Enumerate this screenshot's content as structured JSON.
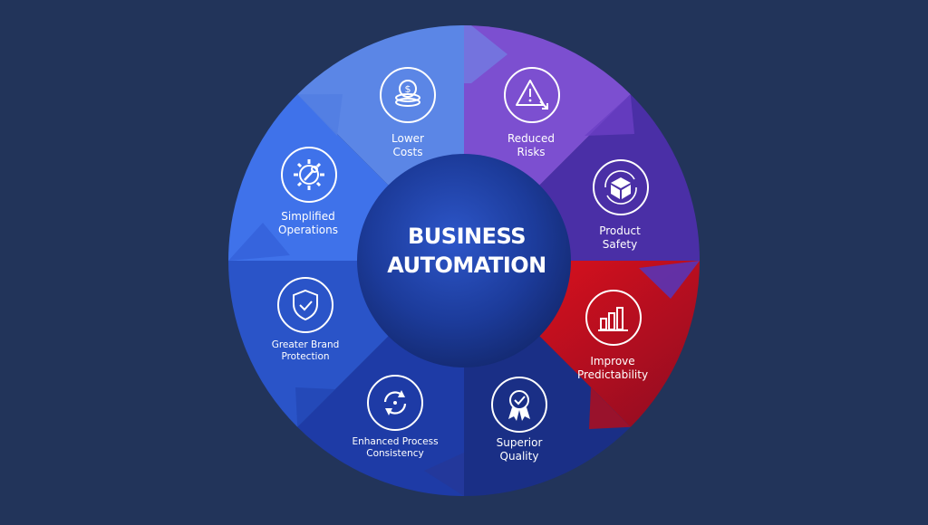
{
  "diagram": {
    "center_title_line1": "BUSINESS",
    "center_title_line2": "AUTOMATION",
    "colors": {
      "background": "#22345a",
      "lower_costs": "#5b86e6",
      "reduced_risks": "#7c4fd0",
      "product_safety": "#4a2fa6",
      "improve_predictability": "#c8101e",
      "superior_quality": "#1a2f86",
      "enhanced_process": "#1e3ba6",
      "greater_brand": "#2a54c8",
      "simplified_operations": "#3f72ea",
      "center": "#1c3b9a"
    },
    "segments": [
      {
        "line1": "Lower",
        "line2": "Costs",
        "icon": "coins-icon"
      },
      {
        "line1": "Reduced",
        "line2": "Risks",
        "icon": "warning-triangle-icon"
      },
      {
        "line1": "Product",
        "line2": "Safety",
        "icon": "box-icon"
      },
      {
        "line1": "Improve",
        "line2": "Predictability",
        "icon": "bar-chart-icon"
      },
      {
        "line1": "Superior",
        "line2": "Quality",
        "icon": "award-badge-icon"
      },
      {
        "line1": "Enhanced Process",
        "line2": "Consistency",
        "icon": "cycle-arrows-icon"
      },
      {
        "line1": "Greater Brand",
        "line2": "Protection",
        "icon": "shield-check-icon"
      },
      {
        "line1": "Simplified",
        "line2": "Operations",
        "icon": "gear-wrench-icon"
      }
    ]
  }
}
